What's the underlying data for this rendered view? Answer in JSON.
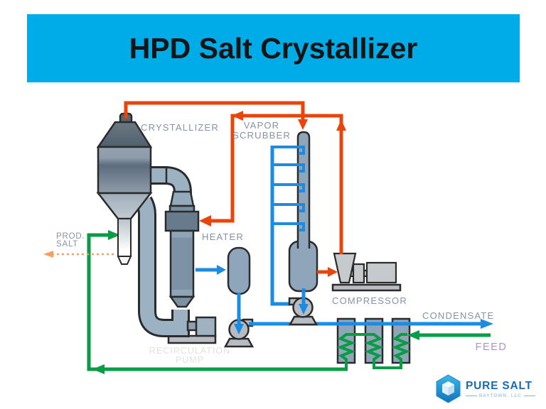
{
  "slide": {
    "title": "HPD Salt Crystallizer"
  },
  "labels": {
    "crystallizer": "CRYSTALLIZER",
    "vapor_scrubber_1": "VAPOR",
    "vapor_scrubber_2": "SCRUBBER",
    "heater": "HEATER",
    "compressor": "COMPRESSOR",
    "condensate": "CONDENSATE",
    "feed": "FEED",
    "prod_salt_1": "PROD.",
    "prod_salt_2": "SALT",
    "recirculation_1": "RECIRCULATION",
    "recirculation_2": "PUMP"
  },
  "logo": {
    "name": "PURE SALT",
    "subtitle": "BAYTOWN, LLC"
  },
  "colors": {
    "banner": "#00ACE8",
    "title_text": "#151515",
    "vapor_line": "#E8440C",
    "condensate_line": "#1B8CE2",
    "feed_line": "#0A9B45",
    "product_dotted_line": "#F59F63",
    "equipment_label": "#8792A6",
    "feed_label": "#AB93C9",
    "faint_label": "#E0E4DD",
    "vessel_fill": "#8FA6BA",
    "logo_blue": "#1A6CB0"
  }
}
